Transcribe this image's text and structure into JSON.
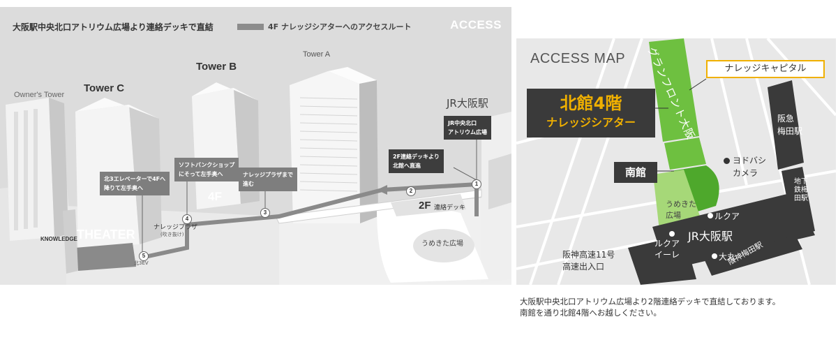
{
  "left_map": {
    "header_title": "大阪駅中央北口アトリウム広場より連絡デッキで直結",
    "legend_label": "4F ナレッジシアターへのアクセスルート",
    "access_label": "ACCESS",
    "buildings": {
      "owners_tower": "Owner's Tower",
      "tower_c": "Tower C",
      "tower_b": "Tower B",
      "tower_a": "Tower A",
      "jr_osaka": "JR大阪駅"
    },
    "floor_4f": "4F",
    "floor_2f": "2F",
    "deck_label": "連絡デッキ",
    "knowledge_label": "KNOWLEDGE",
    "theater_label": "THEATER",
    "plaza_label": "ナレッジプラザ",
    "plaza_sub": "(吹き抜け)",
    "ev_label": "北3EV",
    "umekita_label": "うめきた広場",
    "callouts": {
      "c1_line1": "北3エレベーターで4Fへ",
      "c1_line2": "降りて左手奥へ",
      "c2_line1": "ソフトバンクショップ",
      "c2_line2": "にそって左手奥へ",
      "c3_line1": "ナレッジプラザまで",
      "c3_line2": "進む",
      "c4_line1": "2F連絡デッキより",
      "c4_line2": "北館へ直進",
      "c5_line1": "JR中央北口",
      "c5_line2": "アトリウム広場"
    },
    "steps": [
      "1",
      "2",
      "3",
      "4",
      "5"
    ]
  },
  "right_map": {
    "title": "ACCESS MAP",
    "kitakan_main": "北館4階",
    "kitakan_sub": "ナレッジシアター",
    "knowledge_capital": "ナレッジキャピタル",
    "grand_front": "グランフロント大阪",
    "minamikan": "南館",
    "yodobashi_line1": "ヨドバシ",
    "yodobashi_line2": "カメラ",
    "umekita_line1": "うめきた",
    "umekita_line2": "広場",
    "hankyu_line1": "阪急",
    "hankyu_line2": "梅田駅",
    "chikatetsu": "地下鉄梅田駅",
    "lucua": "ルクア",
    "jr_osaka": "JR大阪駅",
    "lucua1100_line1": "ルクア",
    "lucua1100_line2": "イーレ",
    "daimaru": "大丸",
    "hanshin": "阪神梅田駅",
    "highway_line1": "阪神高速11号",
    "highway_line2": "高速出入口"
  },
  "description_line1": "大阪駅中央北口アトリウム広場より2階連絡デッキで直結しております。",
  "description_line2": "南館を通り北館4階へお越しください。",
  "colors": {
    "accent_gold": "#f0b000",
    "green_block": "#6ec040",
    "dark_block": "#3a3a3a"
  }
}
